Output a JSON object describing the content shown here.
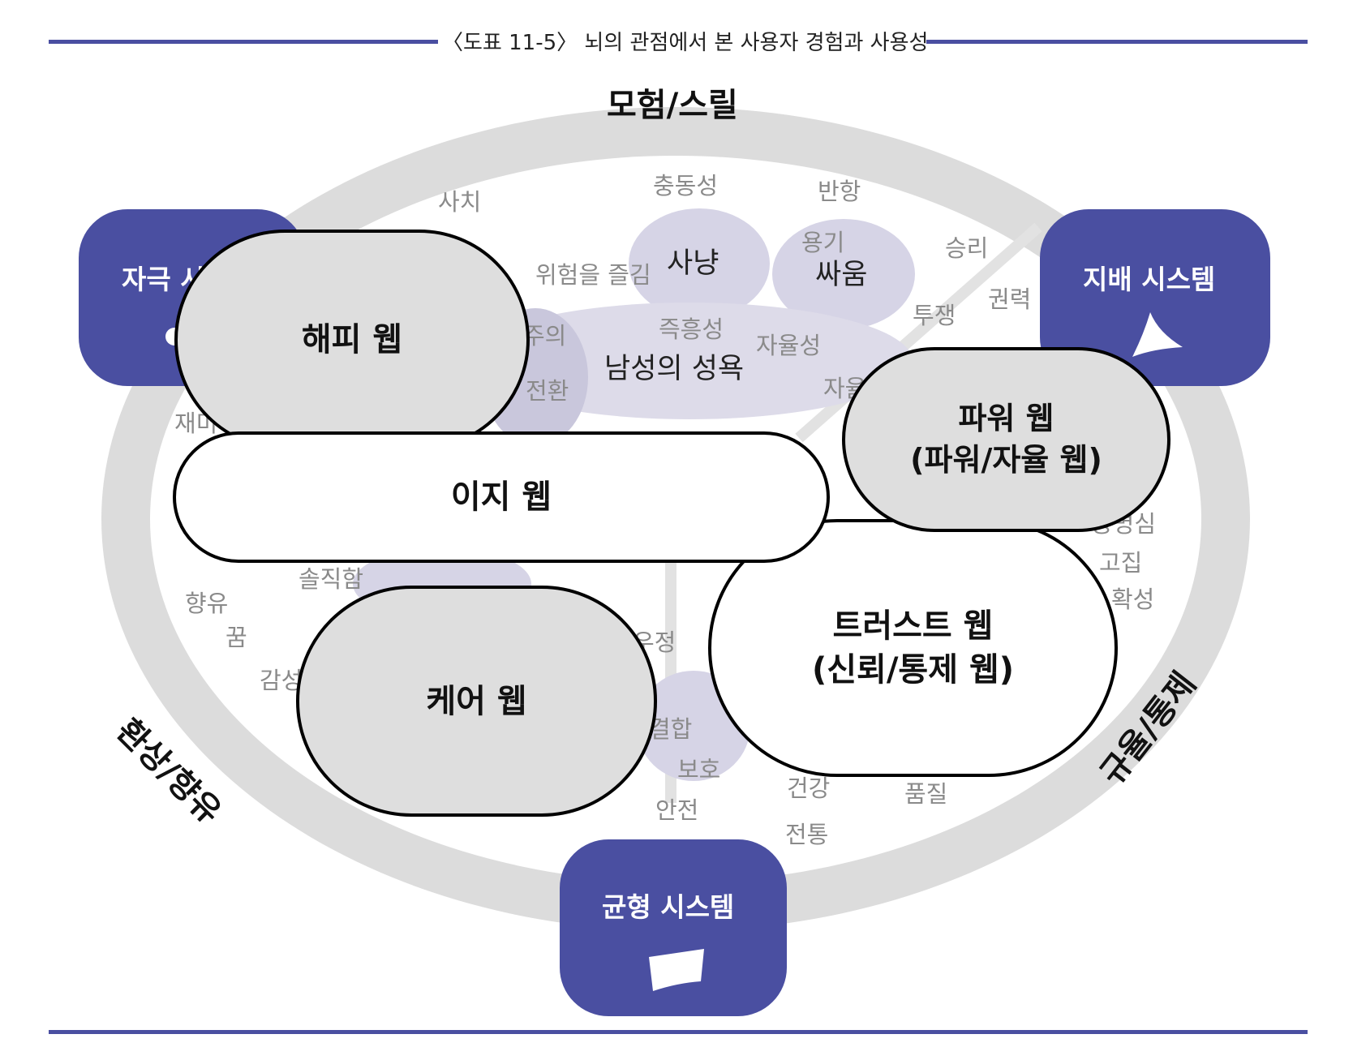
{
  "figure_title": "〈도표 11-5〉 뇌의 관점에서 본 사용자 경험과 사용성",
  "ring_labels": {
    "top": "모험/스릴",
    "left": "환상/향유",
    "right": "규율/통제"
  },
  "systems": {
    "stimulus": "자극 시스템",
    "dominance": "지배 시스템",
    "balance": "균형 시스템"
  },
  "webs": {
    "happy": "해피 웹",
    "easy": "이지 웹",
    "power_line1": "파워 웹",
    "power_line2": "(파워/자율 웹)",
    "trust_line1": "트러스트 웹",
    "trust_line2": "(신뢰/통제 웹)",
    "care": "케어 웹"
  },
  "blobs": {
    "hunting": "사냥",
    "fighting": "싸움",
    "male_desire": "남성의 성욕"
  },
  "words": {
    "luxury": "사치",
    "impulsiveness": "충동성",
    "rebellion": "반항",
    "courage": "용기",
    "victory": "승리",
    "enjoy_risk": "위험을 즐김",
    "power": "권력",
    "struggle": "투쟁",
    "spontaneity": "즉흥성",
    "autonomy": "자율성",
    "attention_frag": "주의",
    "switch_frag": "전환",
    "autonomy_frag": "자율",
    "fun_frag": "재미",
    "ambition_frag": "공명심",
    "stubbornness": "고집",
    "accuracy_frag": "확성",
    "honesty": "솔직함",
    "enjoyment": "향유",
    "dream": "꿈",
    "emotion_frag": "감성",
    "friendship_frag": "우정",
    "bonding_frag": "결합",
    "protection": "보호",
    "health": "건강",
    "quality": "품질",
    "safety": "안전",
    "tradition": "전통"
  },
  "colors": {
    "accent": "#4a4fa1",
    "ring": "#dcdcdc",
    "blob": "#d6d4e6",
    "web_gray": "#dedede"
  }
}
